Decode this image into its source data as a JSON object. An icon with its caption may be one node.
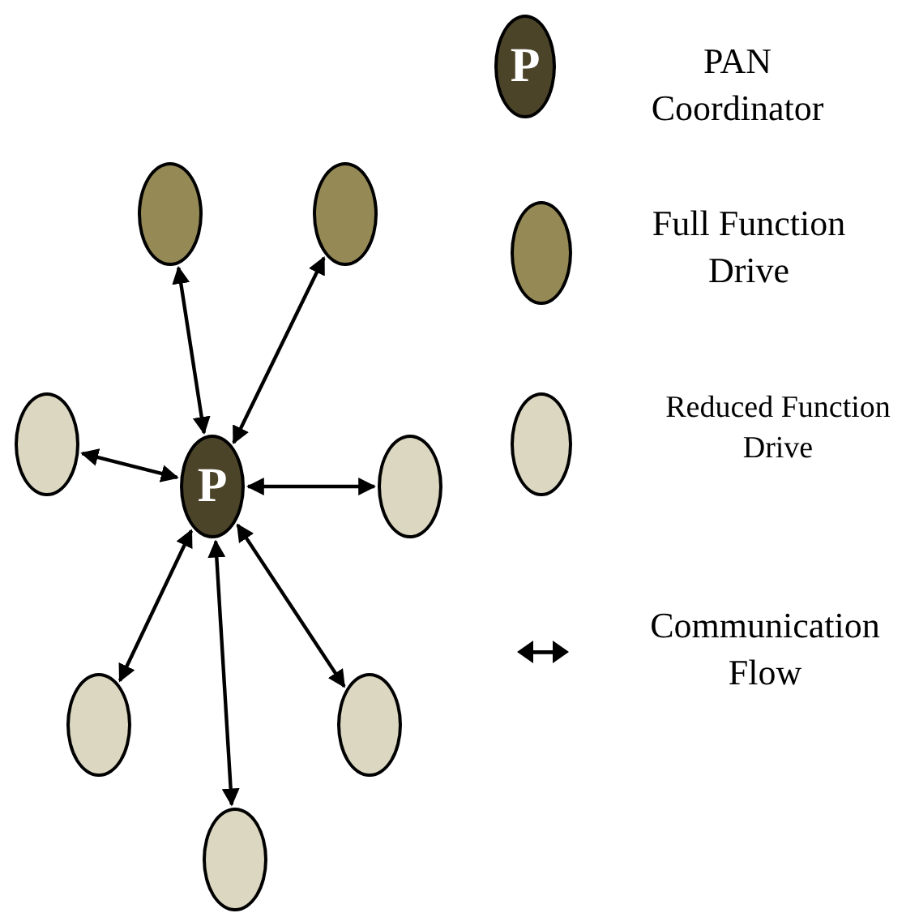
{
  "diagram": {
    "nodes": [
      {
        "text": [],
        "shape": "circle"
      },
      {
        "text": [],
        "shape": "circle"
      },
      {
        "text": [],
        "shape": "circle"
      },
      {
        "text": [
          "P"
        ]
      },
      {
        "text": [],
        "shape": "circle"
      },
      {
        "text": [],
        "shape": "circle"
      },
      {
        "text": [],
        "shape": "circle"
      },
      {
        "text": [],
        "shape": "circle"
      }
    ],
    "edges": [
      {
        "from": 3,
        "to": 0,
        "arrow": "both"
      },
      {
        "from": 3,
        "to": 1,
        "arrow": "both"
      },
      {
        "from": 3,
        "to": 2,
        "arrow": "both"
      },
      {
        "from": 3,
        "to": 4,
        "arrow": "both"
      },
      {
        "from": 3,
        "to": 5,
        "arrow": "both"
      },
      {
        "from": 3,
        "to": 6,
        "arrow": "both"
      },
      {
        "from": 3,
        "to": 7,
        "arrow": "both"
      }
    ],
    "labels": [
      "P"
    ],
    "legend": [
      {
        "text": "PAN Coordinator",
        "color": "#4c4429"
      },
      {
        "text": "Full Function Drive",
        "color": "#958a56"
      },
      {
        "text": "Reduced Function Drive",
        "color": "#dbd7c1"
      },
      {
        "text": "Communication Flow"
      }
    ]
  }
}
